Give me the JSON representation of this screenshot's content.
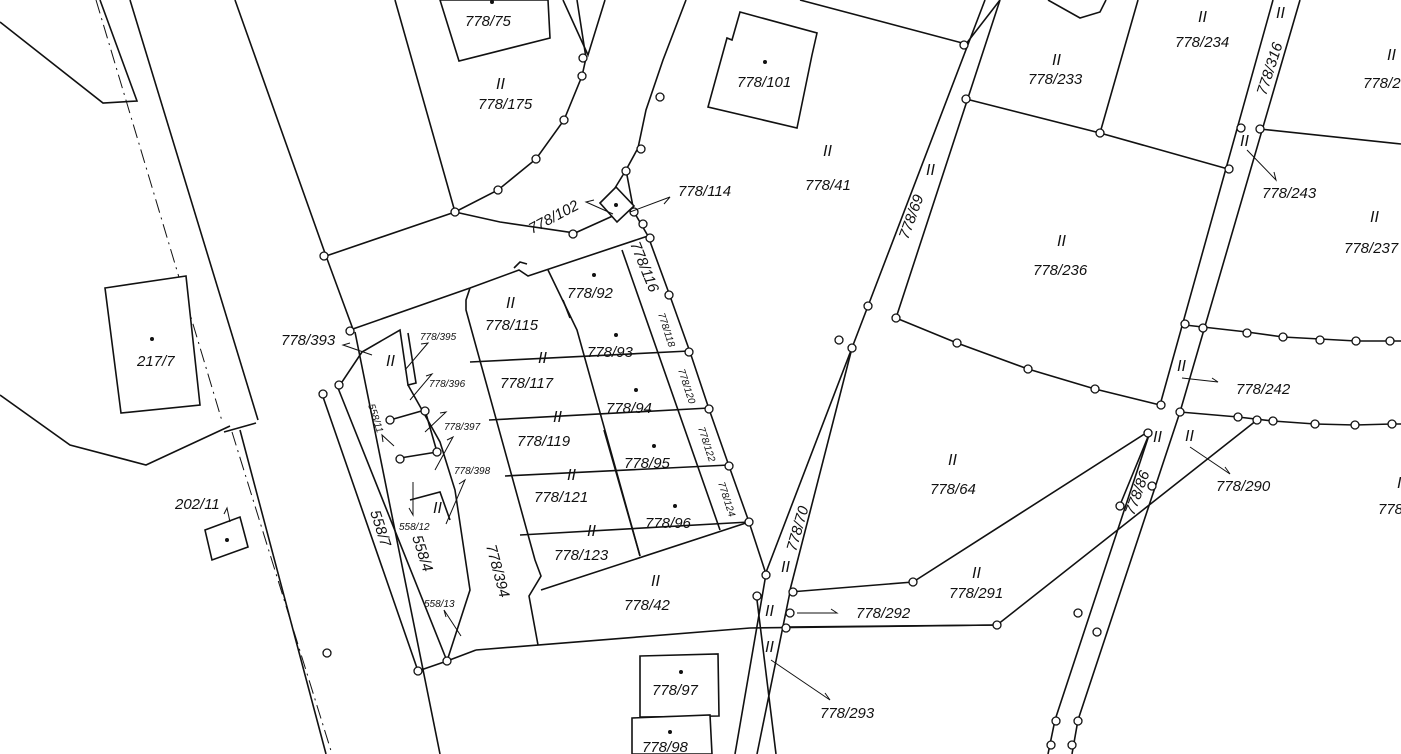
{
  "parcels": {
    "p778_75": "778/75",
    "p778_175": "778/175",
    "p778_101": "778/101",
    "p778_41": "778/41",
    "p778_233": "778/233",
    "p778_234": "778/234",
    "p778_316": "778/316",
    "p778_2x": "778/2",
    "p778_243": "778/243",
    "p778_237": "778/237",
    "p778_236": "778/236",
    "p778_69": "778/69",
    "p778_114": "778/114",
    "p778_102": "778/102",
    "p778_116": "778/116",
    "p778_92": "778/92",
    "p778_115": "778/115",
    "p778_93": "778/93",
    "p778_118": "778/118",
    "p778_117": "778/117",
    "p778_94": "778/94",
    "p778_120": "778/120",
    "p778_119": "778/119",
    "p778_95": "778/95",
    "p778_122": "778/122",
    "p778_121": "778/121",
    "p778_96": "778/96",
    "p778_124": "778/124",
    "p778_123": "778/123",
    "p778_42": "778/42",
    "p778_394": "778/394",
    "p778_393": "778/393",
    "p778_395": "778/395",
    "p778_396": "778/396",
    "p778_397": "778/397",
    "p778_398": "778/398",
    "p558_11": "558/11",
    "p558_12": "558/12",
    "p558_7": "558/7",
    "p558_4": "558/4",
    "p558_13": "558/13",
    "p217_7": "217/7",
    "p202_11": "202/11",
    "p778_70": "778/70",
    "p778_64": "778/64",
    "p778_242": "778/242",
    "p778_290": "778/290",
    "p778_86": "778/86",
    "p778_291": "778/291",
    "p778_292": "778/292",
    "p778_293": "778/293",
    "p778_97": "778/97",
    "p778_98": "778/98",
    "p778_edge": "778"
  },
  "land_class_mark": "II",
  "colors": {
    "line": "#111111",
    "background": "#ffffff"
  }
}
